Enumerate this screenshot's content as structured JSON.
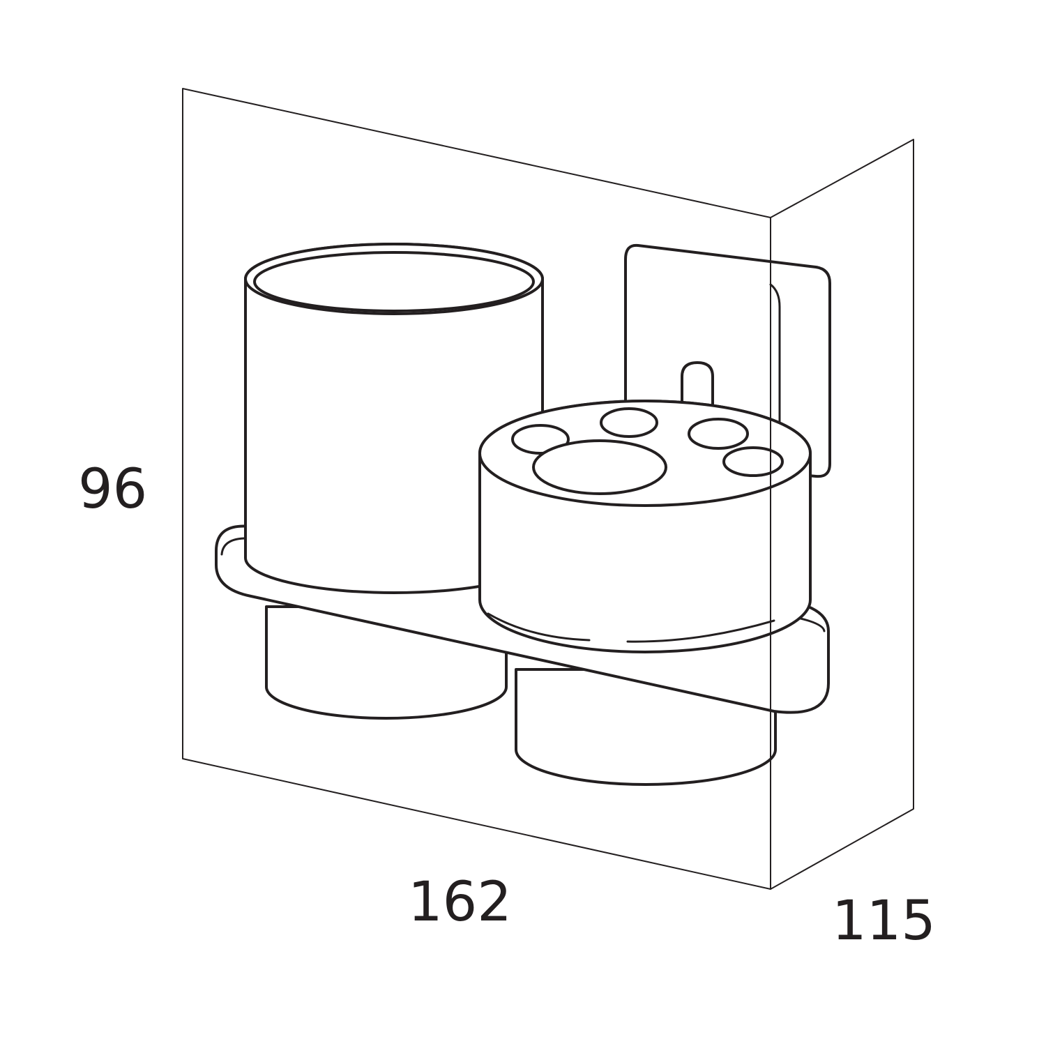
{
  "dimensions": {
    "height": "96",
    "width": "162",
    "depth": "115"
  },
  "colors": {
    "line": "#231f20",
    "background": "#ffffff"
  }
}
